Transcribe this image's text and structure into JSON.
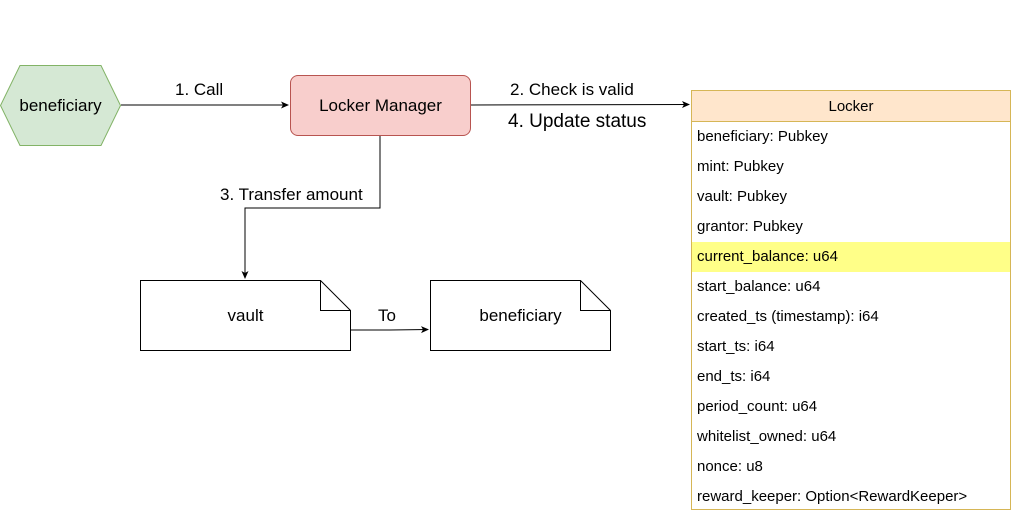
{
  "nodes": {
    "beneficiary_actor": "beneficiary",
    "locker_manager": "Locker Manager",
    "vault_doc": "vault",
    "beneficiary_doc": "beneficiary"
  },
  "edges": {
    "call": "1. Call",
    "check_valid": "2. Check is valid",
    "update_status": "4. Update status",
    "transfer_amount": "3. Transfer amount",
    "to": "To"
  },
  "locker": {
    "title": "Locker",
    "fields": [
      "beneficiary: Pubkey",
      "mint: Pubkey",
      "vault: Pubkey",
      "grantor: Pubkey",
      "current_balance: u64",
      "start_balance: u64",
      "created_ts (timestamp): i64",
      "start_ts: i64",
      "end_ts: i64",
      "period_count: u64",
      "whitelist_owned: u64",
      "nonce: u8",
      "reward_keeper: Option<RewardKeeper>"
    ],
    "highlighted_field": "current_balance: u64"
  },
  "colors": {
    "actor_fill": "#d5e8d4",
    "actor_stroke": "#82b366",
    "manager_fill": "#f8cecc",
    "manager_stroke": "#b85450",
    "locker_header": "#ffe6cc",
    "locker_stroke": "#d6b656",
    "highlight": "#ffff88"
  }
}
